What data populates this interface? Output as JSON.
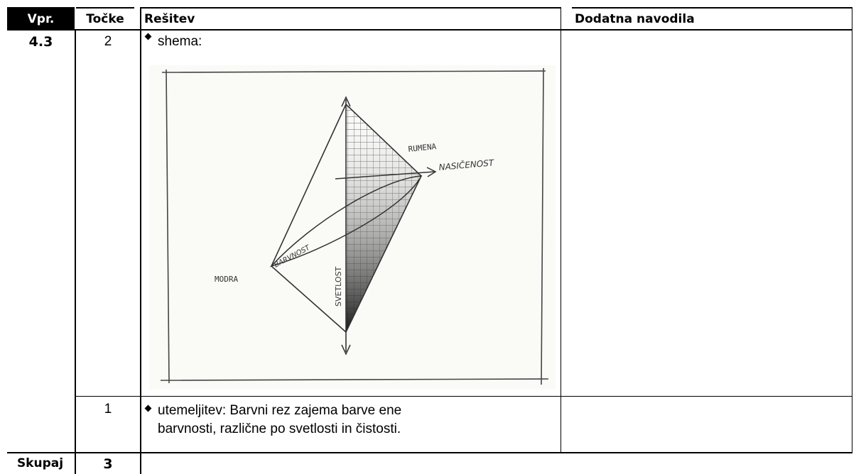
{
  "headers": {
    "vpr": "Vpr.",
    "tocke": "Točke",
    "resitev": "Rešitev",
    "dodatna": "Dodatna navodila"
  },
  "row1": {
    "vpr": "4.3",
    "tocke": "2",
    "resitev": "shema:"
  },
  "sketch": {
    "labels": {
      "rumena": "RUMENA",
      "nasicenost": "NASIČENOST",
      "modra": "MODRA",
      "barvnost": "BARVNOST",
      "svetlost": "SVETLOST"
    }
  },
  "row2": {
    "tocke": "1",
    "line1": "utemeljitev: Barvni rez zajema barve ene",
    "line2": "barvnosti, različne po svetlosti in čistosti."
  },
  "total": {
    "label": "Skupaj",
    "tocke": "3"
  }
}
